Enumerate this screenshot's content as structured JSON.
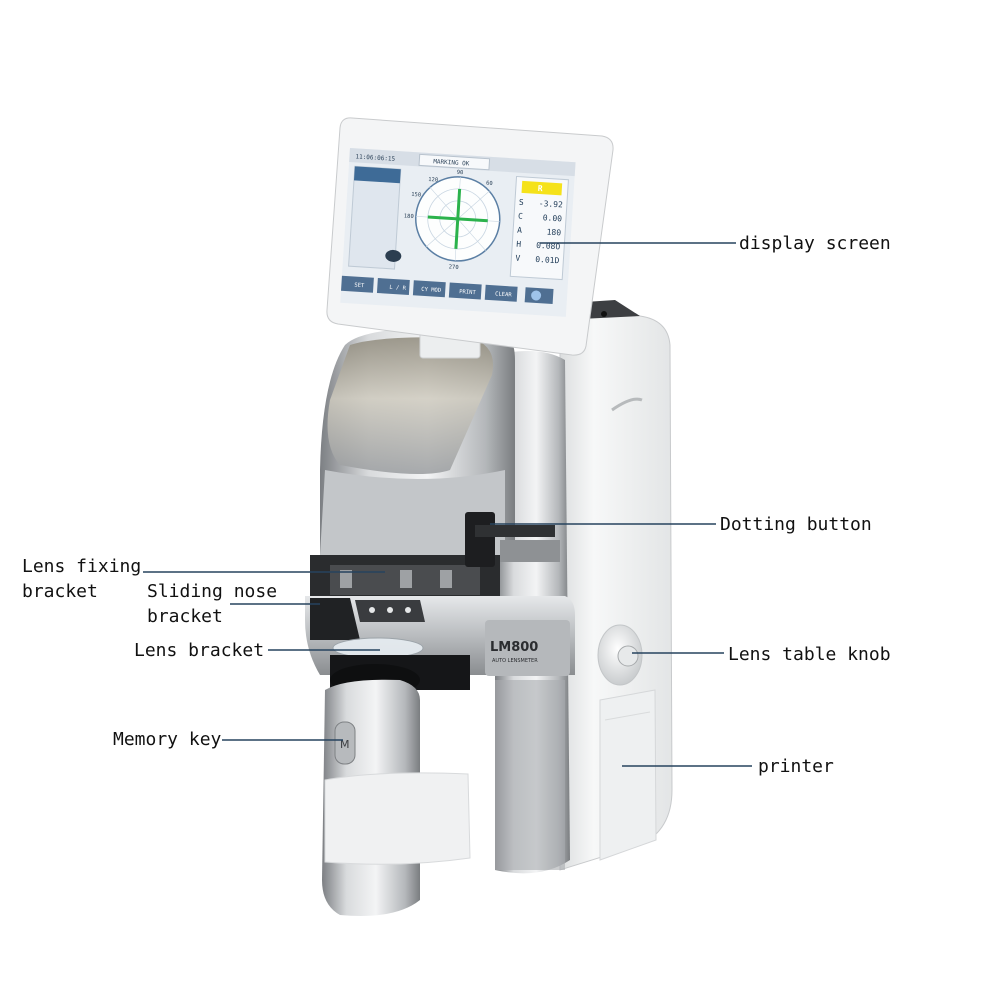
{
  "labels": {
    "display_screen": "display screen",
    "dotting_button": "Dotting button",
    "lens_fixing_bracket_1": "Lens fixing",
    "lens_fixing_bracket_2": "bracket",
    "sliding_nose_bracket_1": "Sliding nose",
    "sliding_nose_bracket_2": "bracket",
    "lens_bracket": "Lens bracket",
    "lens_table_knob": "Lens table knob",
    "memory_key": "Memory key",
    "printer": "printer"
  },
  "screen": {
    "time": "11:06:06:15",
    "status": "MARKING OK",
    "eye": "R",
    "readings": [
      {
        "key": "S",
        "value": "-3.92"
      },
      {
        "key": "C",
        "value": "0.00"
      },
      {
        "key": "A",
        "value": "180"
      },
      {
        "key": "H",
        "value": "0.08O"
      },
      {
        "key": "V",
        "value": "0.01D"
      }
    ],
    "protractor": {
      "deg_90": "90",
      "deg_60": "60",
      "deg_120": "120",
      "deg_150": "150",
      "deg_180": "180",
      "deg_270": "270"
    },
    "buttons": {
      "set": "SET",
      "lr": "L / R",
      "cy": "CY MOD",
      "print": "PRINT",
      "clear": "CLEAR"
    }
  },
  "device": {
    "model": "LM800",
    "subtitle": "AUTO LENSMETER"
  },
  "colors": {
    "leader": "#26435e",
    "status_yellow": "#f5e21a",
    "crosshair": "#2bb24c",
    "toolbar": "#4f6f92"
  }
}
